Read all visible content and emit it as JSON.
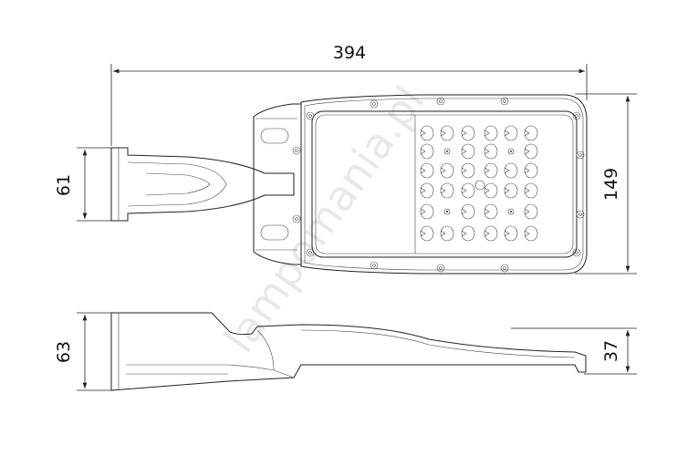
{
  "dimensions": {
    "length": "394",
    "body_width": "149",
    "arm_width": "61",
    "side_height": "63",
    "head_height": "37"
  },
  "watermark": "lampomania.pl",
  "led_grid": {
    "rows": 6,
    "columns": 6
  }
}
